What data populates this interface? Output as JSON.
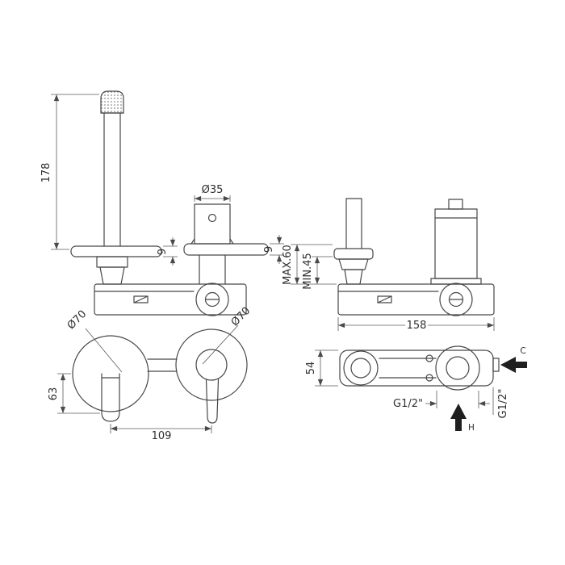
{
  "drawing": {
    "background": "#ffffff",
    "line_color": "#474747"
  },
  "views": {
    "front": {
      "height": "178",
      "handle_diameter": "Ø35",
      "spout_plate_thickness": "9",
      "handle_plate_thickness": "9"
    },
    "rough_in": {
      "max_depth": "MAX.60",
      "min_depth": "MIN.45",
      "width": "158"
    },
    "plan": {
      "spout_rosette_diameter": "Ø70",
      "handle_rosette_diameter": "Ø70",
      "spout_drop": "63",
      "centre_distance": "109"
    },
    "body_plan": {
      "height": "54",
      "cold_label": "C",
      "hot_label": "H",
      "bottom_thread": "G1/2\"",
      "side_thread": "G1/2\""
    }
  }
}
